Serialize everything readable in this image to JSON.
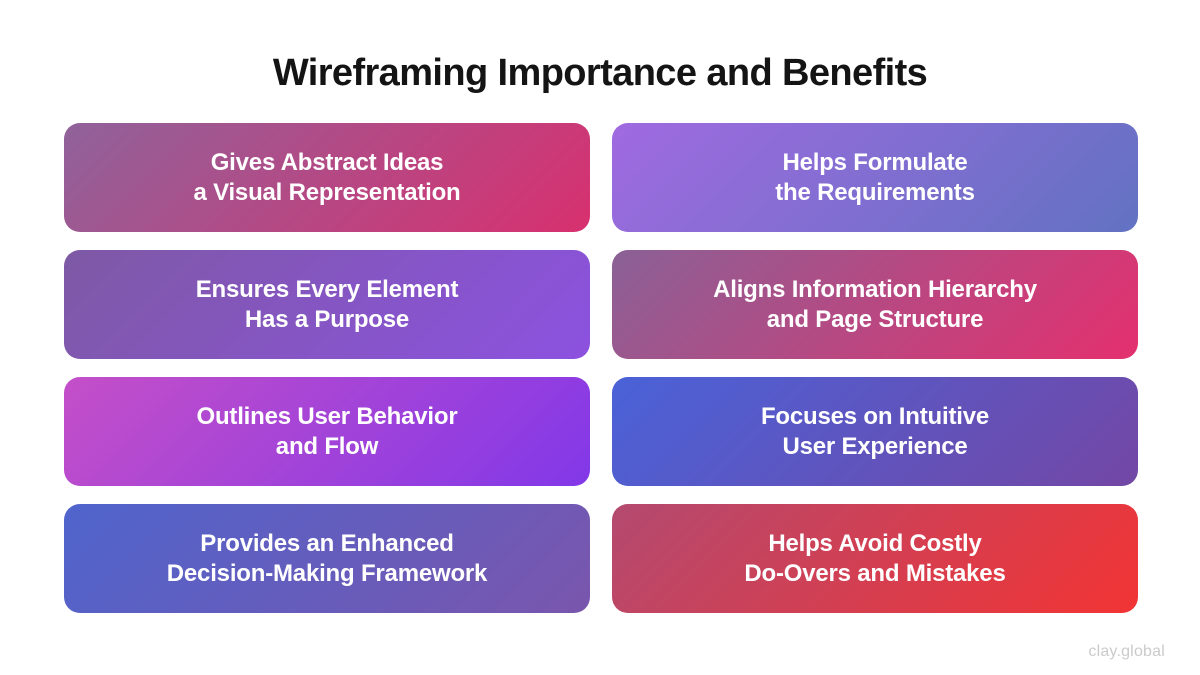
{
  "page": {
    "title": "Wireframing Importance and Benefits",
    "footer": "clay.global",
    "background": "#ffffff",
    "title_color": "#141414",
    "footer_color": "#cbcbcb",
    "card_text_color": "#ffffff"
  },
  "cards": [
    {
      "id": "gives-abstract-ideas",
      "line1": "Gives Abstract Ideas",
      "line2": "a Visual Representation",
      "gradient_from": "#90629a",
      "gradient_to": "#d8306f"
    },
    {
      "id": "helps-formulate",
      "line1": "Helps Formulate",
      "line2": "the Requirements",
      "gradient_from": "#a06ae0",
      "gradient_to": "#6272c2"
    },
    {
      "id": "every-element-purpose",
      "line1": "Ensures Every Element",
      "line2": "Has a Purpose",
      "gradient_from": "#7e59a5",
      "gradient_to": "#8c52e0"
    },
    {
      "id": "aligns-hierarchy",
      "line1": "Aligns Information Hierarchy",
      "line2": "and Page Structure",
      "gradient_from": "#8a6196",
      "gradient_to": "#e4306e"
    },
    {
      "id": "outlines-user-behavior",
      "line1": "Outlines User Behavior",
      "line2": "and Flow",
      "gradient_from": "#c44fc8",
      "gradient_to": "#8238e8"
    },
    {
      "id": "intuitive-ux",
      "line1": "Focuses on Intuitive",
      "line2": "User Experience",
      "gradient_from": "#4a62d8",
      "gradient_to": "#7347a5"
    },
    {
      "id": "decision-framework",
      "line1": "Provides an Enhanced",
      "line2": "Decision-Making Framework",
      "gradient_from": "#4f64cc",
      "gradient_to": "#7a56ad"
    },
    {
      "id": "avoid-do-overs",
      "line1": "Helps Avoid Costly",
      "line2": "Do-Overs and Mistakes",
      "gradient_from": "#b34a70",
      "gradient_to": "#f23434"
    }
  ]
}
